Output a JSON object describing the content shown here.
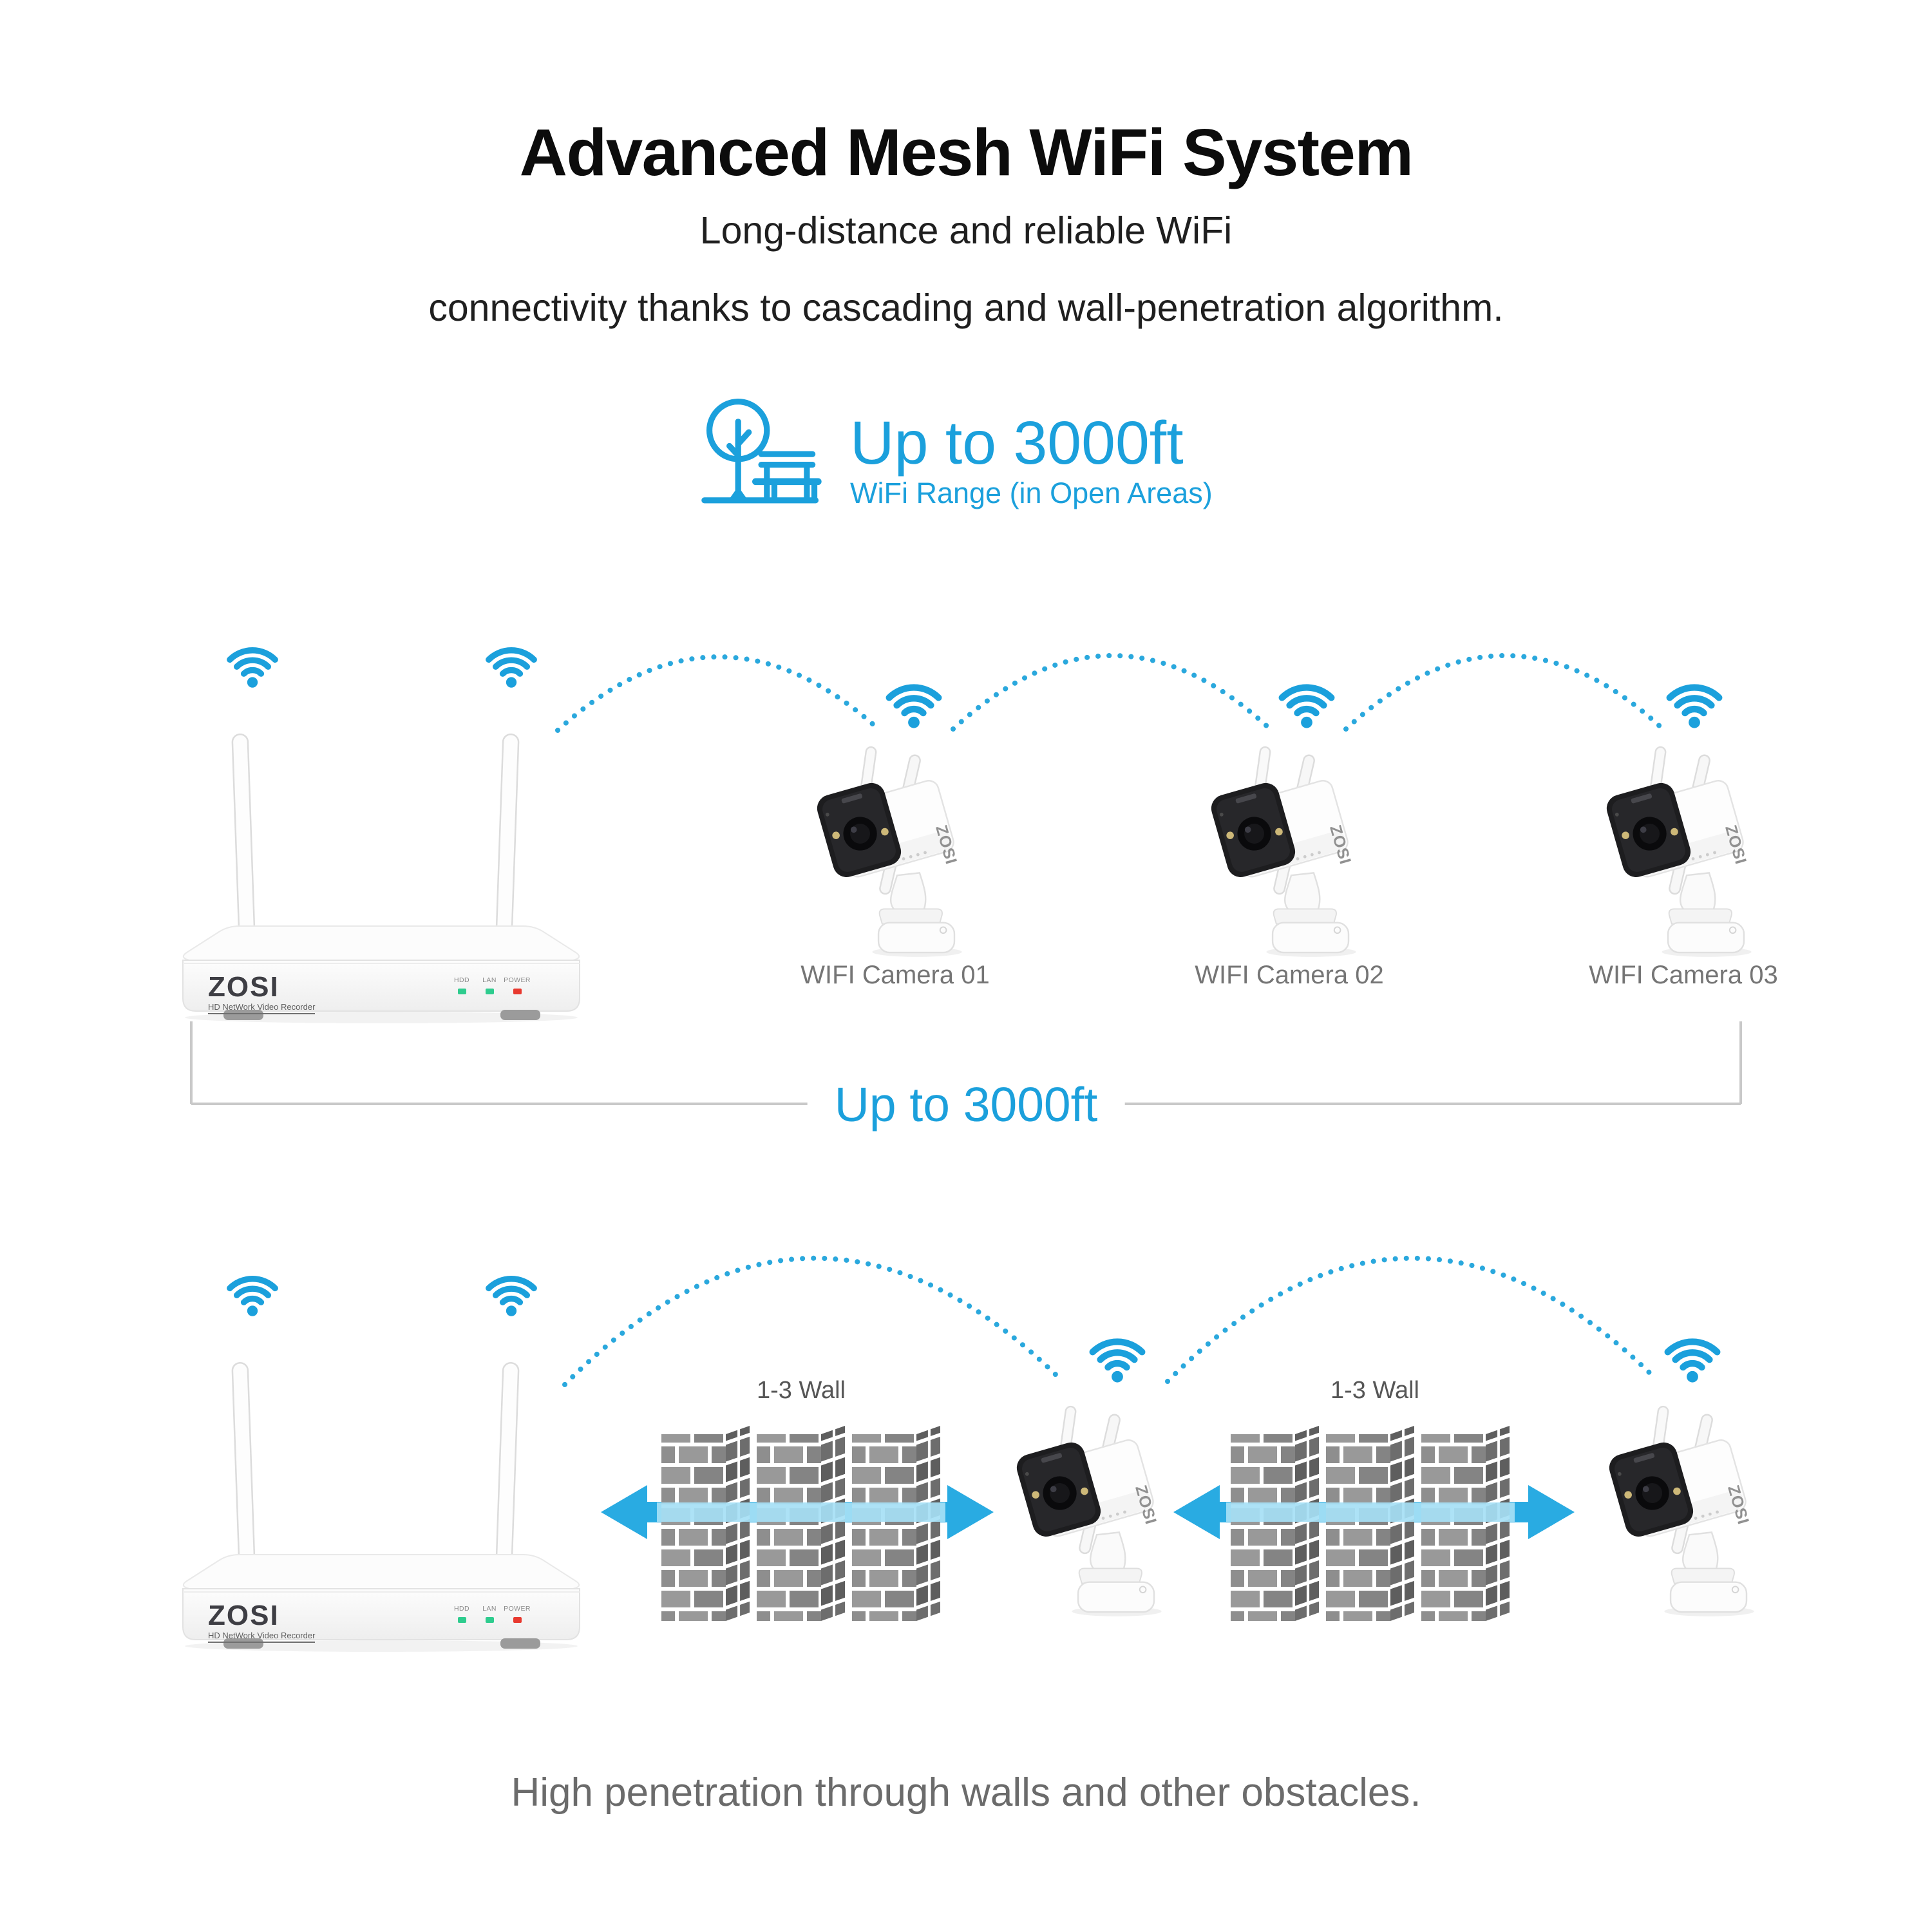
{
  "header": {
    "title": "Advanced Mesh WiFi System",
    "subtitle_line1": "Long-distance and reliable WiFi",
    "subtitle_line2": "connectivity thanks to cascading and wall-penetration algorithm."
  },
  "range_callout": {
    "icon": "tree-bench-icon",
    "headline": "Up to 3000ft",
    "caption": "WiFi Range (in Open Areas)"
  },
  "top_diagram": {
    "camera_labels": [
      "WIFI Camera 01",
      "WIFI Camera 02",
      "WIFI Camera 03"
    ]
  },
  "distance_divider": {
    "label": "Up to 3000ft"
  },
  "bottom_diagram": {
    "wall_labels": [
      "1-3 Wall",
      "1-3 Wall"
    ]
  },
  "footer": {
    "caption": "High penetration through walls and other obstacles."
  },
  "nvr": {
    "brand": "ZOSI",
    "model": "HD NetWork Video Recorder",
    "leds": [
      {
        "label": "HDD",
        "color": "#2ecc8e"
      },
      {
        "label": "LAN",
        "color": "#2ecc8e"
      },
      {
        "label": "POWER",
        "color": "#e8392f"
      }
    ]
  },
  "camera": {
    "brand": "ZOSI"
  },
  "icons": {
    "wifi": "wifi-signal-icon",
    "range": "tree-bench-icon",
    "penetration": "double-arrow-icon"
  },
  "colors": {
    "accent_blue": "#1ba0dc",
    "arrow_blue": "#29abe2",
    "beam_blue": "#a6dff5",
    "brick_gray": "#8d8d8d",
    "text_dark": "#0d0d0d",
    "text_gray": "#6b6b6b",
    "divider_gray": "#c9c9c9"
  }
}
